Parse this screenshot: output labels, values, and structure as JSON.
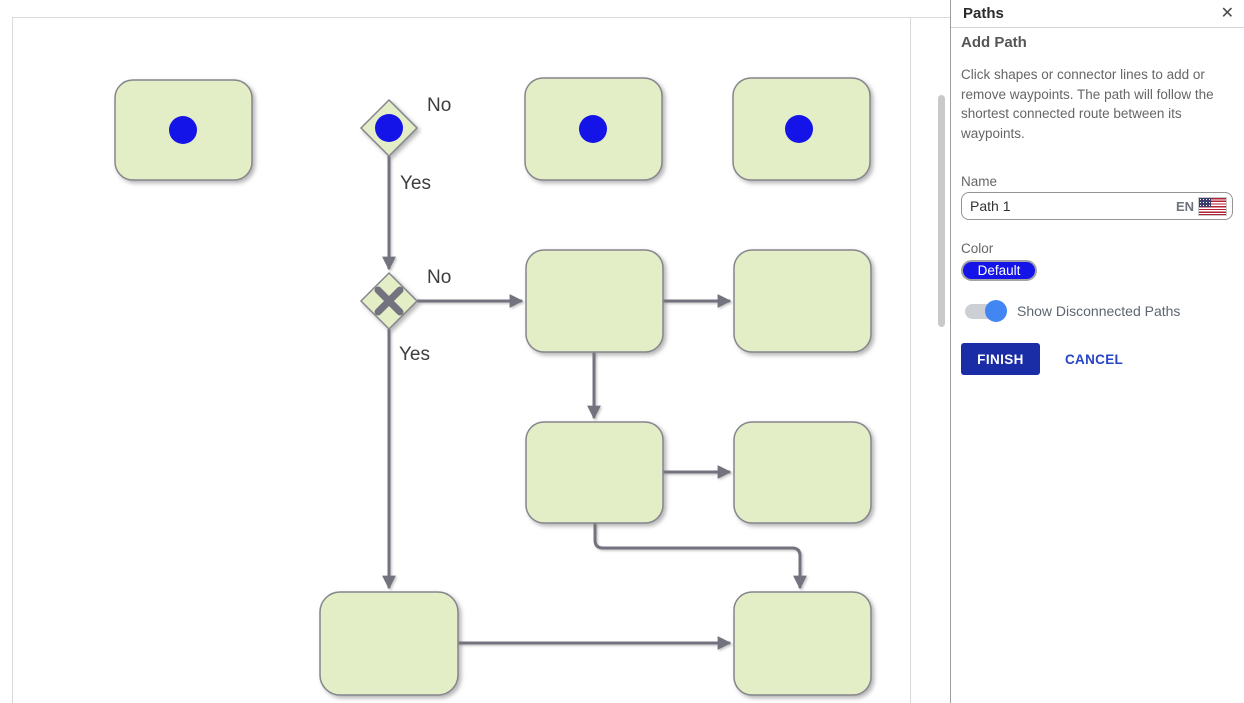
{
  "panel": {
    "title": "Paths",
    "close_glyph": "✕",
    "section_title": "Add Path",
    "description": "Click shapes or connector lines to add or remove waypoints. The path will follow the shortest connected route between its waypoints.",
    "name_label": "Name",
    "name_value": "Path 1",
    "language_code": "EN",
    "color_label": "Color",
    "color_value": "Default",
    "toggle_label": "Show Disconnected Paths",
    "finish_label": "FINISH",
    "cancel_label": "CANCEL"
  },
  "canvas": {
    "labels": {
      "decision1_no": "No",
      "decision1_yes": "Yes",
      "decision2_no": "No",
      "decision2_yes": "Yes"
    },
    "colors": {
      "shape_fill": "#e3edc6",
      "shape_stroke": "#85858d",
      "connector": "#73737f",
      "highlighted_path": "#a2a2ef",
      "waypoint": "#1414e8",
      "finish_button": "#1b2da6",
      "toggle_knob": "#4286f4",
      "color_chip": "#1414e8"
    }
  }
}
